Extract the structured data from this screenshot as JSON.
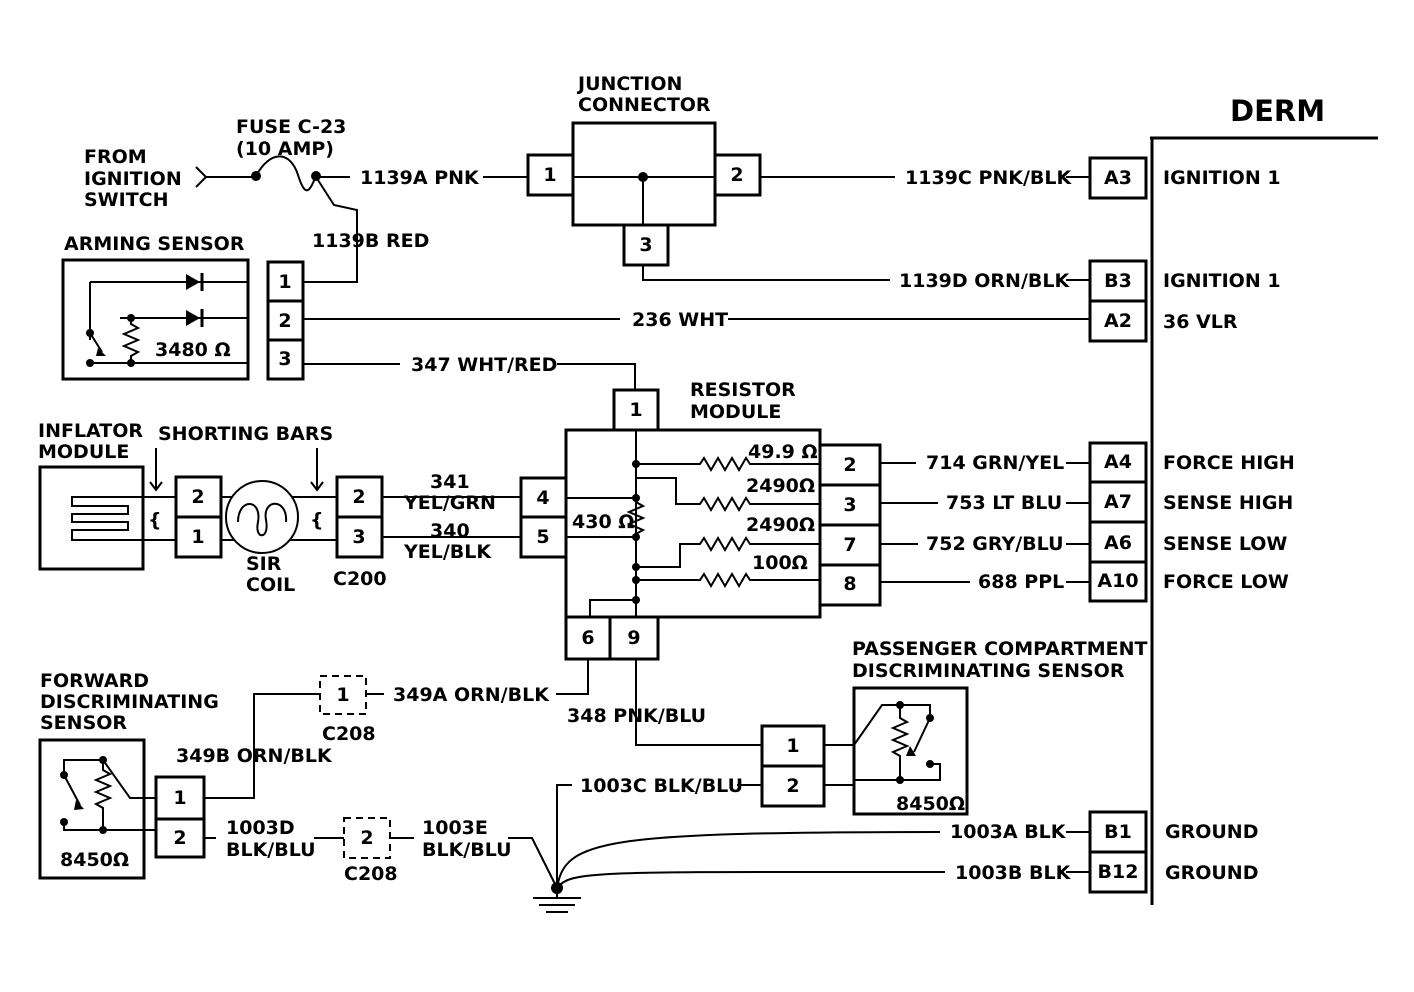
{
  "derm": {
    "title": "DERM",
    "pins": [
      {
        "pin": "A3",
        "function": "IGNITION 1",
        "wire": "1139C PNK/BLK"
      },
      {
        "pin": "B3",
        "function": "IGNITION 1",
        "wire": "1139D ORN/BLK"
      },
      {
        "pin": "A2",
        "function": "36 VLR",
        "wire": "236 WHT"
      },
      {
        "pin": "A4",
        "function": "FORCE HIGH",
        "wire": "714 GRN/YEL"
      },
      {
        "pin": "A7",
        "function": "SENSE HIGH",
        "wire": "753 LT BLU"
      },
      {
        "pin": "A6",
        "function": "SENSE LOW",
        "wire": "752 GRY/BLU"
      },
      {
        "pin": "A10",
        "function": "FORCE LOW",
        "wire": "688 PPL"
      },
      {
        "pin": "B1",
        "function": "GROUND",
        "wire": "1003A BLK"
      },
      {
        "pin": "B12",
        "function": "GROUND",
        "wire": "1003B BLK"
      }
    ]
  },
  "source": {
    "line1": "FROM",
    "line2": "IGNITION",
    "line3": "SWITCH"
  },
  "fuse": {
    "line1": "FUSE C-23",
    "line2": "(10 AMP)"
  },
  "wires": {
    "w1139a": "1139A PNK",
    "w1139b": "1139B RED",
    "w347": "347 WHT/RED",
    "w341_num": "341",
    "w341_color": "YEL/GRN",
    "w340_num": "340",
    "w340_color": "YEL/BLK",
    "w349a": "349A ORN/BLK",
    "w349b": "349B ORN/BLK",
    "w348": "348 PNK/BLU",
    "w1003c": "1003C BLK/BLU",
    "w1003d_num": "1003D",
    "w1003d_color": "BLK/BLU",
    "w1003e_num": "1003E",
    "w1003e_color": "BLK/BLU"
  },
  "junction_connector": {
    "line1": "JUNCTION",
    "line2": "CONNECTOR",
    "pins": [
      "1",
      "2",
      "3"
    ]
  },
  "arming_sensor": {
    "title": "ARMING SENSOR",
    "resistor": "3480 Ω",
    "pins": [
      "1",
      "2",
      "3"
    ]
  },
  "resistor_module": {
    "line1": "RESISTOR",
    "line2": "MODULE",
    "values": [
      "49.9 Ω",
      "2490Ω",
      "430 Ω",
      "2490Ω",
      "100Ω"
    ],
    "pins_left": [
      "4",
      "5"
    ],
    "pins_right": [
      "2",
      "3",
      "7",
      "8"
    ],
    "pin_top": "1",
    "pins_bottom": [
      "6",
      "9"
    ]
  },
  "inflator_module": {
    "line1": "INFLATOR",
    "line2": "MODULE",
    "pins": [
      "2",
      "1"
    ]
  },
  "shorting_bars": "SHORTING BARS",
  "sir_coil": {
    "line1": "SIR",
    "line2": "COIL"
  },
  "c200": {
    "label": "C200",
    "pins": [
      "2",
      "3"
    ]
  },
  "forward_sensor": {
    "line1": "FORWARD",
    "line2": "DISCRIMINATING",
    "line3": "SENSOR",
    "resistor": "8450Ω",
    "pins": [
      "1",
      "2"
    ]
  },
  "passenger_sensor": {
    "line1": "PASSENGER COMPARTMENT",
    "line2": "DISCRIMINATING SENSOR",
    "resistor": "8450Ω",
    "pins": [
      "1",
      "2"
    ]
  },
  "c208": {
    "label": "C208",
    "pin_top": "1",
    "pin_bottom": "2"
  }
}
